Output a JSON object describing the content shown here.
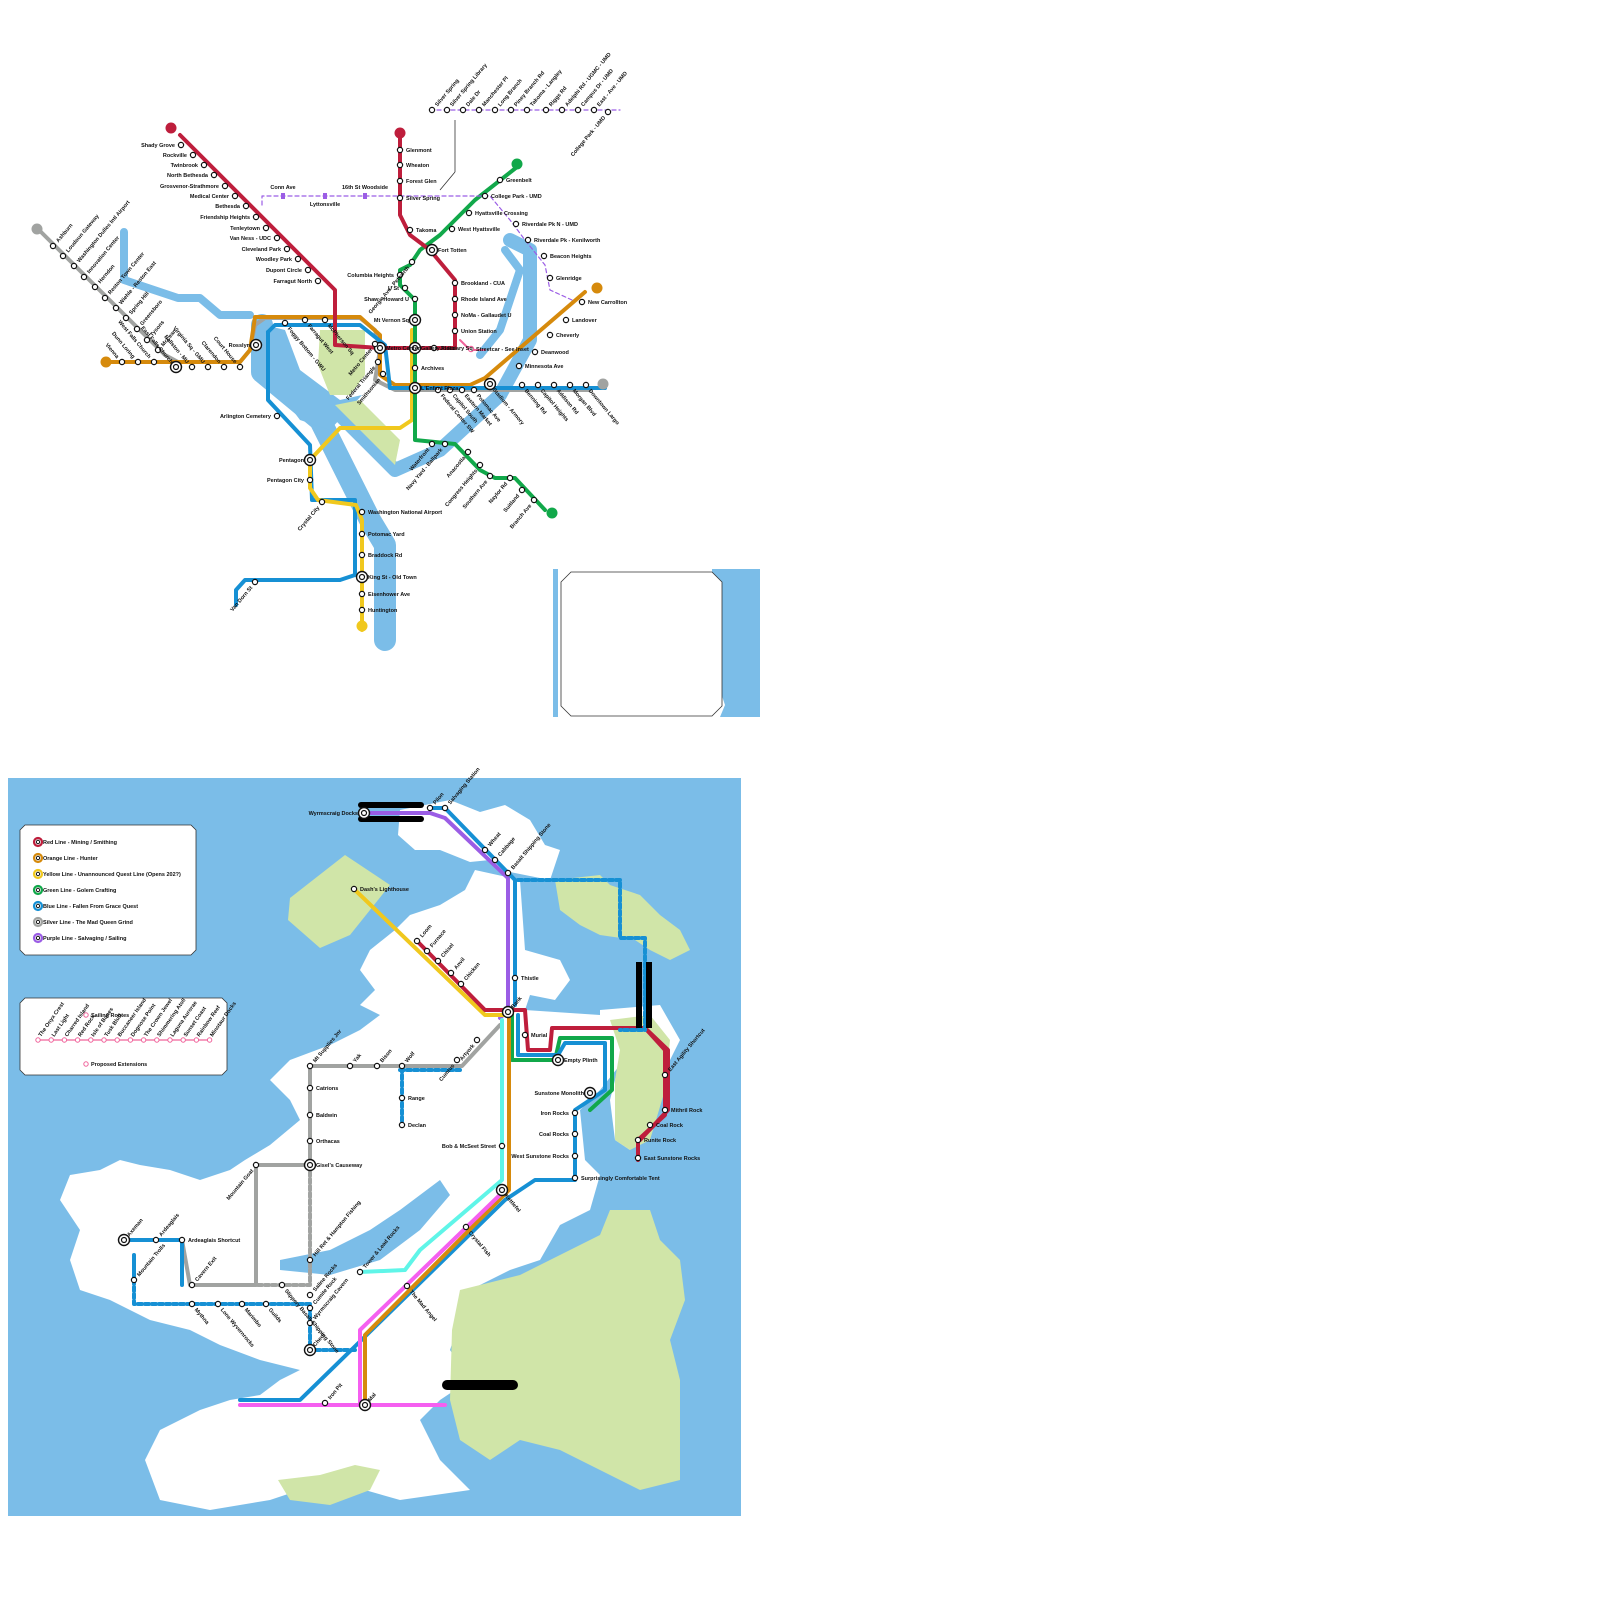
{
  "colors": {
    "water": "#7bbde8",
    "park": "#d0e5a8",
    "red": "#be1e3c",
    "orange": "#d68a0c",
    "yellow": "#f0c81e",
    "green": "#11a84a",
    "blue": "#1690d4",
    "silver": "#a1a3a1",
    "purple": "#9b5de5",
    "pink": "#f0639b",
    "cyan": "#5ff5e8",
    "magenta": "#f55ff0"
  },
  "dc_map": {
    "stations": {
      "red": [
        "Shady Grove",
        "Rockville",
        "Twinbrook",
        "North Bethesda",
        "Grosvenor-Strathmore",
        "Medical Center",
        "Bethesda",
        "Friendship Heights",
        "Tenleytown",
        "Van Ness - UDC",
        "Cleveland Park",
        "Woodley Park",
        "Dupont Circle",
        "Farragut North",
        "Metro Center",
        "Gallery Place",
        "Judiciary Sq",
        "Union Station",
        "NoMa - Gallaudet U",
        "Rhode Island Ave",
        "Brookland - CUA",
        "Fort Totten",
        "Takoma",
        "Silver Spring",
        "Forest Glen",
        "Wheaton",
        "Glenmont"
      ],
      "silver_west": [
        "Ashburn",
        "Loudoun Gateway",
        "Washington Dulles Intl Airport",
        "Innovation Center",
        "Herndon",
        "Reston Town Center",
        "Wiehle - Reston East",
        "Spring Hill",
        "Greensboro",
        "Tysons",
        "McLean"
      ],
      "orange_west": [
        "Vienna",
        "Dunn Loring",
        "West Falls Church",
        "East Falls Church",
        "Ballston - MU",
        "Virginia Sq - GMU",
        "Clarendon",
        "Court House",
        "Rosslyn"
      ],
      "core": [
        "Foggy Bottom - GWU",
        "Farragut West",
        "McPherson Sq",
        "Metro Center",
        "Federal Triangle",
        "Smithsonian",
        "L'Enfant Plaza",
        "Federal Center SW",
        "Capitol South",
        "Eastern Market",
        "Potomac Ave",
        "Stadium - Armory"
      ],
      "east": [
        "Minnesota Ave",
        "Deanwood",
        "Cheverly",
        "Landover",
        "New Carrollton",
        "Benning Rd",
        "Capitol Heights",
        "Addison Rd",
        "Morgan Blvd",
        "Downtown Largo"
      ],
      "green": [
        "Greenbelt",
        "College Park - UMD",
        "Hyattsville Crossing",
        "West Hyattsville",
        "Georgia Ave - Petworth",
        "Columbia Heights",
        "U St",
        "Shaw - Howard U",
        "Mt Vernon Sq",
        "Archives",
        "Waterfront",
        "Navy Yard - Ballpark",
        "Anacostia",
        "Congress Heights",
        "Southern Ave",
        "Naylor Rd",
        "Suitland",
        "Branch Ave"
      ],
      "blue_yellow": [
        "Arlington Cemetery",
        "Pentagon",
        "Pentagon City",
        "Crystal City",
        "Washington National Airport",
        "Potomac Yard",
        "Braddock Rd",
        "King St - Old Town",
        "Eisenhower Ave",
        "Huntington",
        "Van Dorn St"
      ],
      "purple": [
        "Silver Spring",
        "Silver Spring Library",
        "Dale Dr",
        "Manchester Pl",
        "Long Branch",
        "Piney Branch Rd",
        "Takoma - Langley",
        "Riggs Rd",
        "Adelphi Rd - UGMC - UMD",
        "Campus Dr - UMD",
        "East - Ave - UMD",
        "College Park - UMD",
        "Riverdale Pk N - UMD",
        "Riverdale Pk - Kenilworth",
        "Beacon Heights",
        "Glenridge",
        "Conn Ave",
        "16th St Woodside",
        "Lyttonsville"
      ],
      "streetcar": "Streetcar - See Inset"
    }
  },
  "osrs_map": {
    "legend": [
      {
        "color": "red",
        "label": "Red Line - Mining / Smithing"
      },
      {
        "color": "orange",
        "label": "Orange Line - Hunter"
      },
      {
        "color": "yellow",
        "label": "Yellow Line - Unannounced Quest Line (Opens 202?)"
      },
      {
        "color": "green",
        "label": "Green Line - Golem Crafting"
      },
      {
        "color": "blue",
        "label": "Blue Line - Fallen From Grace Quest"
      },
      {
        "color": "silver",
        "label": "Silver Line - The Mad Queen Grind"
      },
      {
        "color": "purple",
        "label": "Purple Line - Salvaging / Sailing"
      }
    ],
    "sailing_legend": {
      "title": "Sailing Routes",
      "proposed": "Proposed Extensions",
      "stops": [
        "The Onyx Crest",
        "Last Light",
        "Charred Island",
        "Red Rock",
        "Isle of Bones",
        "Tusk Bluff",
        "Buccaneer Island",
        "Dognose Point",
        "The Crown Jewel",
        "Shimmering Atoll",
        "Laguna Aurorae",
        "Sunset Coast",
        "Rainbow Reef",
        "Minotaur Docks"
      ]
    },
    "stations": [
      "Wyrmscraig Docks",
      "Pilon",
      "Salvaging Station",
      "Wheat",
      "Cabbage",
      "Basalt Shipping Stone",
      "Dash's Lighthouse",
      "Loom",
      "Furnace",
      "Chisel",
      "Anvil",
      "Chicken",
      "Thistle",
      "Bank",
      "Murial",
      "Empty Plinth",
      "Sunstone Monolith",
      "Iron Rocks",
      "Coal Rocks",
      "West Sunstone Rocks",
      "Surprisingly Comfortable Tent",
      "East Agility Shortcut",
      "Mithril Rock",
      "Coal Rock",
      "Runite Rock",
      "East Sunstone Rocks",
      "Artyork",
      "Cumtus",
      "Yak",
      "Bison",
      "Wolf",
      "Range",
      "Declan",
      "Mt Supplies Jnr",
      "Catrions",
      "Baldwin",
      "Orthacas",
      "Gisel's Causeway",
      "Mountain Goat",
      "Bob & McSeet Street",
      "Kettlefel",
      "Crystal Fish",
      "The Mad Angel",
      "Axeman",
      "Ardeaglais",
      "Ardeaglais Shortcut",
      "Cavern Exit",
      "Mountain Trolls",
      "Mythna",
      "Lone Wyvernrocks",
      "Marimbo",
      "Guilds",
      "Slippery Basalt Shipping Stone",
      "Hill Ret & Hampton Fishing",
      "Tower & Lead Rocks",
      "Saline Rocks",
      "Cumite Rock",
      "Wyrmscraig Cavern",
      "Cheol",
      "Iron Pit",
      "Mal"
    ]
  }
}
